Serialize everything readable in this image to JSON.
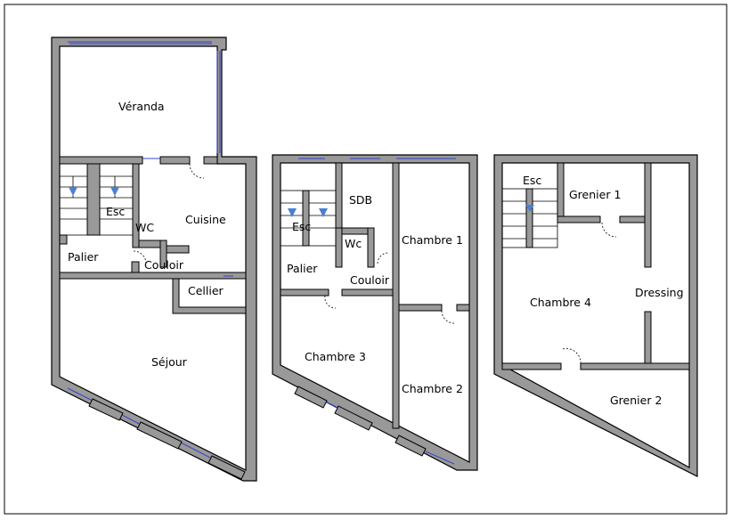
{
  "labels": {
    "veranda": "Véranda",
    "esc_rdc": "Esc",
    "wc_rdc": "WC",
    "cuisine": "Cuisine",
    "palier_rdc": "Palier",
    "couloir_rdc": "Couloir",
    "cellier": "Cellier",
    "sejour": "Séjour",
    "sdb": "SDB",
    "esc_1": "Esc",
    "wc_1": "Wc",
    "chambre1": "Chambre  1",
    "palier_1": "Palier",
    "couloir_1": "Couloir",
    "chambre3": "Chambre  3",
    "chambre2": "Chambre  2",
    "esc_2": "Esc",
    "grenier1": "Grenier  1",
    "chambre4": "Chambre  4",
    "dressing": "Dressing",
    "grenier2": "Grenier  2"
  },
  "colors": {
    "wall": "#999999",
    "window": "#3344cc",
    "stair_arrow": "#4a7fd6"
  }
}
